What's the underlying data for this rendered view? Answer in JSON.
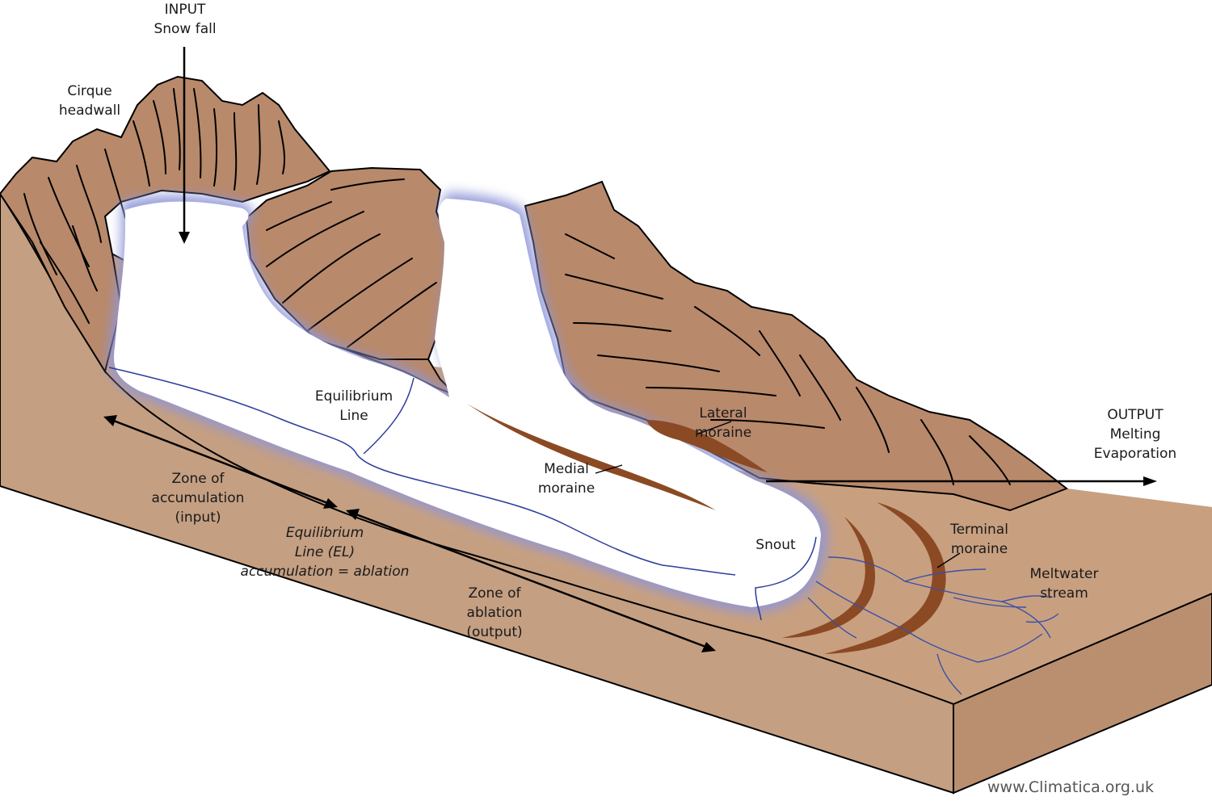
{
  "labels": {
    "input": {
      "line1": "INPUT",
      "line2": "Snow fall"
    },
    "cirque": {
      "line1": "Cirque",
      "line2": "headwall"
    },
    "equilibrium_line": {
      "line1": "Equilibrium",
      "line2": "Line"
    },
    "lateral_moraine": {
      "line1": "Lateral",
      "line2": "moraine"
    },
    "output": {
      "line1": "OUTPUT",
      "line2": "Melting",
      "line3": "Evaporation"
    },
    "medial_moraine": {
      "line1": "Medial",
      "line2": "moraine"
    },
    "zone_accumulation": {
      "line1": "Zone of",
      "line2": "accumulation",
      "line3": "(input)"
    },
    "el_definition": {
      "line1": "Equilibrium",
      "line2": "Line (EL)",
      "line3": "accumulation = ablation"
    },
    "snout": "Snout",
    "terminal_moraine": {
      "line1": "Terminal",
      "line2": "moraine"
    },
    "meltwater_stream": {
      "line1": "Meltwater",
      "line2": "stream"
    },
    "zone_ablation": {
      "line1": "Zone of",
      "line2": "ablation",
      "line3": "(output)"
    }
  },
  "credit": "www.Climatica.org.uk",
  "colors": {
    "ground_top": "#c8a080",
    "ground_side": "#c29e80",
    "mountain": "#b8896b",
    "moraine": "#8b4a24",
    "ice_glow": "#8f96d8",
    "stream": "#3a4fa8"
  }
}
